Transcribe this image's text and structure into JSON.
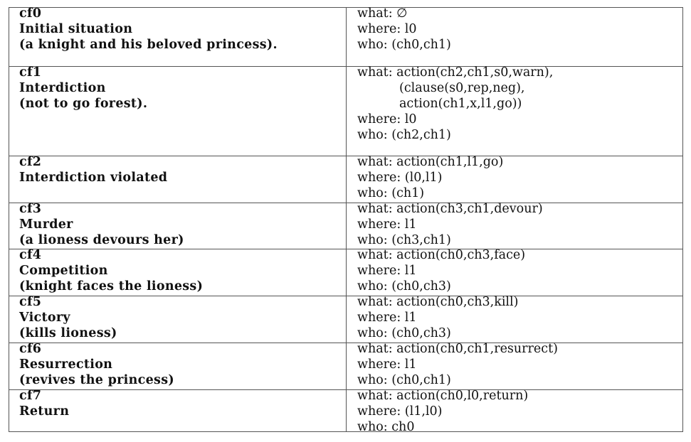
{
  "rows": [
    {
      "id": "cf0",
      "title": "Initial situation",
      "subtitle": "(a knight and his beloved princess).",
      "what": [
        "what: ∅"
      ],
      "where": "where: l0",
      "who": "who: (ch0,ch1)"
    },
    {
      "id": "cf1",
      "title": "Interdiction",
      "subtitle": "(not to go forest).",
      "what": [
        "what: action(ch2,ch1,s0,warn),",
        "(clause(s0,rep,neg),",
        "action(ch1,x,l1,go))"
      ],
      "where": "where: l0",
      "who": "who: (ch2,ch1)"
    },
    {
      "id": "cf2",
      "title": "Interdiction violated",
      "subtitle": "",
      "what": [
        "what: action(ch1,l1,go)"
      ],
      "where": "where: (l0,l1)",
      "who": "who: (ch1)"
    },
    {
      "id": "cf3",
      "title": "Murder",
      "subtitle": "(a lioness devours her)",
      "what": [
        "what: action(ch3,ch1,devour)"
      ],
      "where": "where: l1",
      "who": "who: (ch3,ch1)"
    },
    {
      "id": "cf4",
      "title": "Competition",
      "subtitle": "(knight faces the lioness)",
      "what": [
        "what: action(ch0,ch3,face)"
      ],
      "where": "where: l1",
      "who": "who: (ch0,ch3)"
    },
    {
      "id": "cf5",
      "title": "Victory",
      "subtitle": "(kills lioness)",
      "what": [
        "what: action(ch0,ch3,kill)"
      ],
      "where": "where: l1",
      "who": "who: (ch0,ch3)"
    },
    {
      "id": "cf6",
      "title": "Resurrection",
      "subtitle": "(revives the princess)",
      "what": [
        "what: action(ch0,ch1,resurrect)"
      ],
      "where": "where: l1",
      "who": "who: (ch0,ch1)"
    },
    {
      "id": "cf7",
      "title": "Return",
      "subtitle": "",
      "what": [
        "what: action(ch0,l0,return)"
      ],
      "where": "where: (l1,l0)",
      "who": "who: ch0"
    }
  ]
}
